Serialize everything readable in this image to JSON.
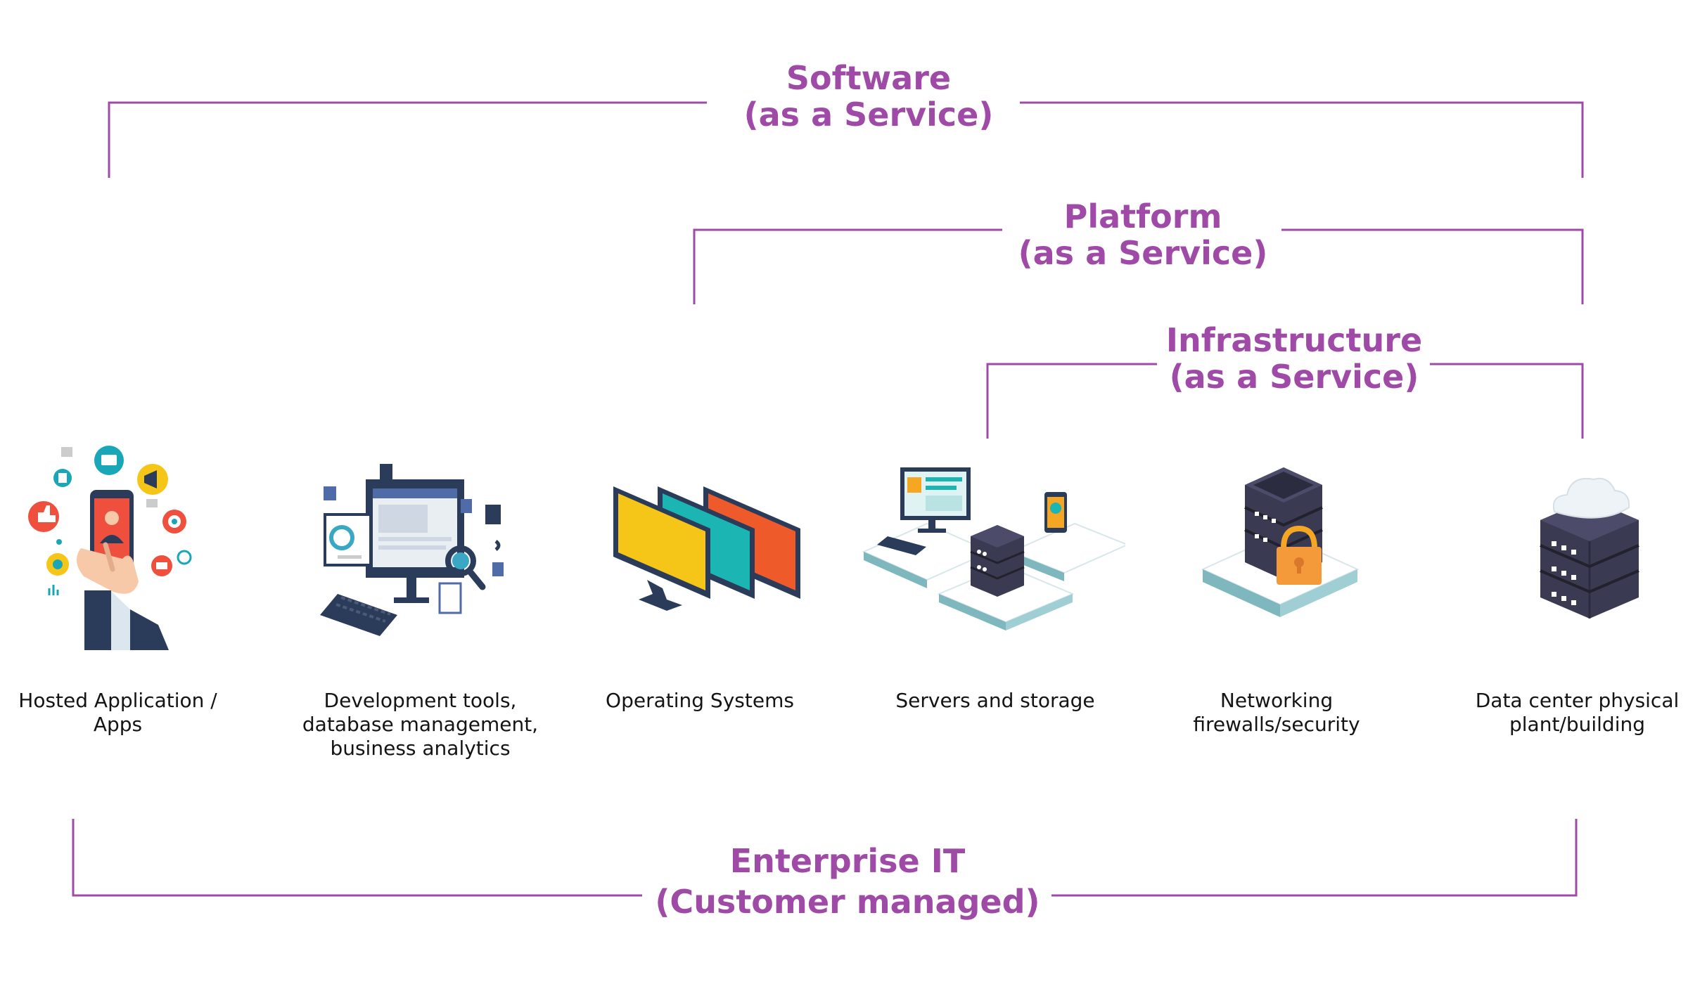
{
  "layers": [
    {
      "id": "saas",
      "title": "Software",
      "subtitle": "(as a Service)"
    },
    {
      "id": "paas",
      "title": "Platform",
      "subtitle": "(as a Service)"
    },
    {
      "id": "iaas",
      "title": "Infrastructure",
      "subtitle": "(as a Service)"
    },
    {
      "id": "enterprise",
      "title": "Enterprise IT",
      "subtitle": "(Customer managed)"
    }
  ],
  "components": [
    {
      "label": "Hosted Application / Apps",
      "icon": "mobile-apps-icon"
    },
    {
      "label": "Development tools, database management, business analytics",
      "icon": "dev-tools-icon"
    },
    {
      "label": "Operating Systems",
      "icon": "monitors-icon"
    },
    {
      "label": "Servers and storage",
      "icon": "servers-storage-icon"
    },
    {
      "label": "Networking firewalls/security",
      "icon": "network-lock-icon"
    },
    {
      "label": "Data center physical plant/building",
      "icon": "datacenter-cloud-icon"
    }
  ],
  "colors": {
    "accent": "#a04aa8",
    "text": "#141414"
  }
}
